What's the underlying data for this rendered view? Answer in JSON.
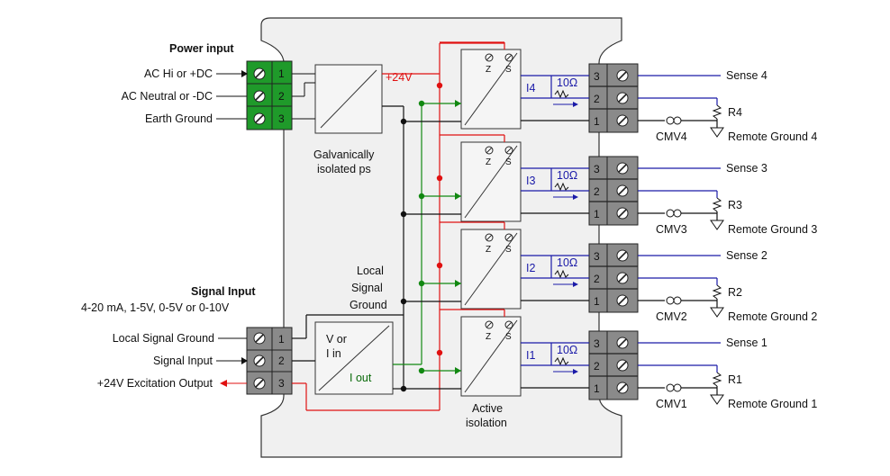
{
  "power": {
    "heading": "Power input",
    "terminals": [
      {
        "num": "1",
        "label": "AC Hi or +DC"
      },
      {
        "num": "2",
        "label": "AC Neutral or -DC"
      },
      {
        "num": "3",
        "label": "Earth Ground"
      }
    ],
    "ps_label_1": "Galvanically",
    "ps_label_2": "isolated ps",
    "plus24": "+24V"
  },
  "signal": {
    "heading": "Signal Input",
    "subheading": "4-20 mA, 1-5V, 0-5V or 0-10V",
    "terminals": [
      {
        "num": "1",
        "label": "Local Signal Ground"
      },
      {
        "num": "2",
        "label": "Signal Input"
      },
      {
        "num": "3",
        "label": "+24V Excitation Output"
      }
    ],
    "converter_1": "V or",
    "converter_2": "I in",
    "converter_out": "I out"
  },
  "local_ground": [
    "Local",
    "Signal",
    "Ground"
  ],
  "isolation_label": [
    "Active",
    "isolation"
  ],
  "zs": {
    "z": "Z",
    "s": "S"
  },
  "resistor_value": "10Ω",
  "channels": [
    {
      "current": "I4",
      "sense": "Sense 4",
      "r": "R4",
      "cmv": "CMV4",
      "ground": "Remote Ground 4"
    },
    {
      "current": "I3",
      "sense": "Sense 3",
      "r": "R3",
      "cmv": "CMV3",
      "ground": "Remote Ground 3"
    },
    {
      "current": "I2",
      "sense": "Sense 2",
      "r": "R2",
      "cmv": "CMV2",
      "ground": "Remote Ground 2"
    },
    {
      "current": "I1",
      "sense": "Sense 1",
      "r": "R1",
      "cmv": "CMV1",
      "ground": "Remote Ground 1"
    }
  ],
  "out_terminal_nums": [
    "3",
    "2",
    "1"
  ],
  "colors": {
    "red": "#e01010",
    "green": "#118811",
    "blue": "#1a1aa8",
    "green_block": "#1f9a2a",
    "gray_block": "#8a8a8a"
  }
}
